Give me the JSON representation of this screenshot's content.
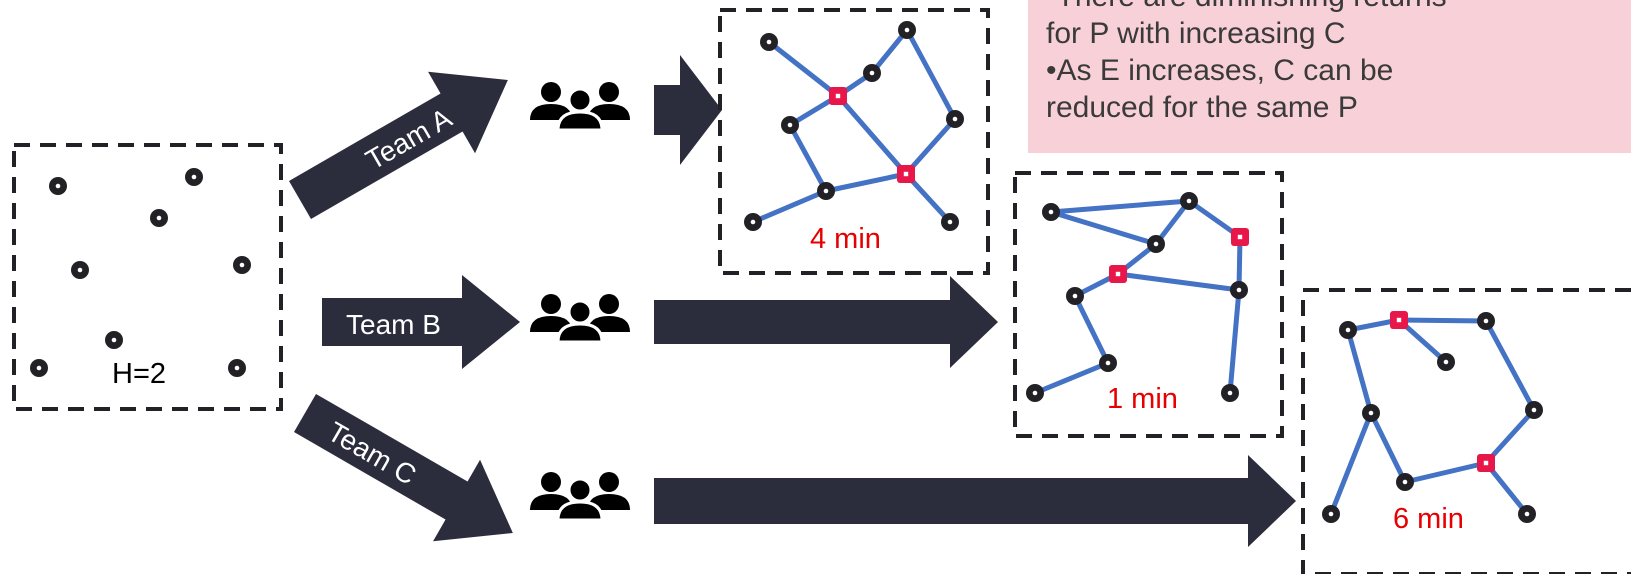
{
  "note": {
    "lines": [
      "•There are diminishing returns",
      "for P with increasing C",
      "•As E increases, C can be",
      "reduced for the same P"
    ]
  },
  "input_box": {
    "label": "H=2"
  },
  "teams": [
    {
      "label": "Team A",
      "time": "4 min"
    },
    {
      "label": "Team B",
      "time": "1 min"
    },
    {
      "label": "Team C",
      "time": "6 min"
    }
  ],
  "colors": {
    "arrow": "#2b2c3c",
    "edge": "#4472c4",
    "highlight": "#e8174a",
    "time_text": "#e60000",
    "note_bg": "#f8d0d8"
  },
  "icons": [
    "team-people-icon",
    "node-dot-icon",
    "highlighted-node-icon"
  ]
}
